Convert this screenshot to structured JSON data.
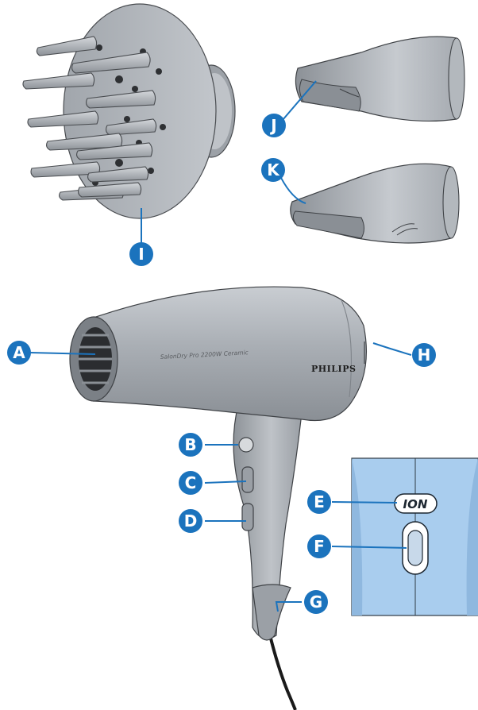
{
  "brand": "PHILIPS",
  "model": "SalonDry Pro 2200W Ceramic",
  "ion_label": "ION",
  "colors": {
    "callout": "#1b73bd",
    "body_silver": "#a8adb3",
    "panel_blue": "#a9cdee"
  },
  "callouts": [
    {
      "id": "A",
      "label": "A"
    },
    {
      "id": "B",
      "label": "B"
    },
    {
      "id": "C",
      "label": "C"
    },
    {
      "id": "D",
      "label": "D"
    },
    {
      "id": "E",
      "label": "E"
    },
    {
      "id": "F",
      "label": "F"
    },
    {
      "id": "G",
      "label": "G"
    },
    {
      "id": "H",
      "label": "H"
    },
    {
      "id": "I",
      "label": "I"
    },
    {
      "id": "J",
      "label": "J"
    },
    {
      "id": "K",
      "label": "K"
    }
  ]
}
